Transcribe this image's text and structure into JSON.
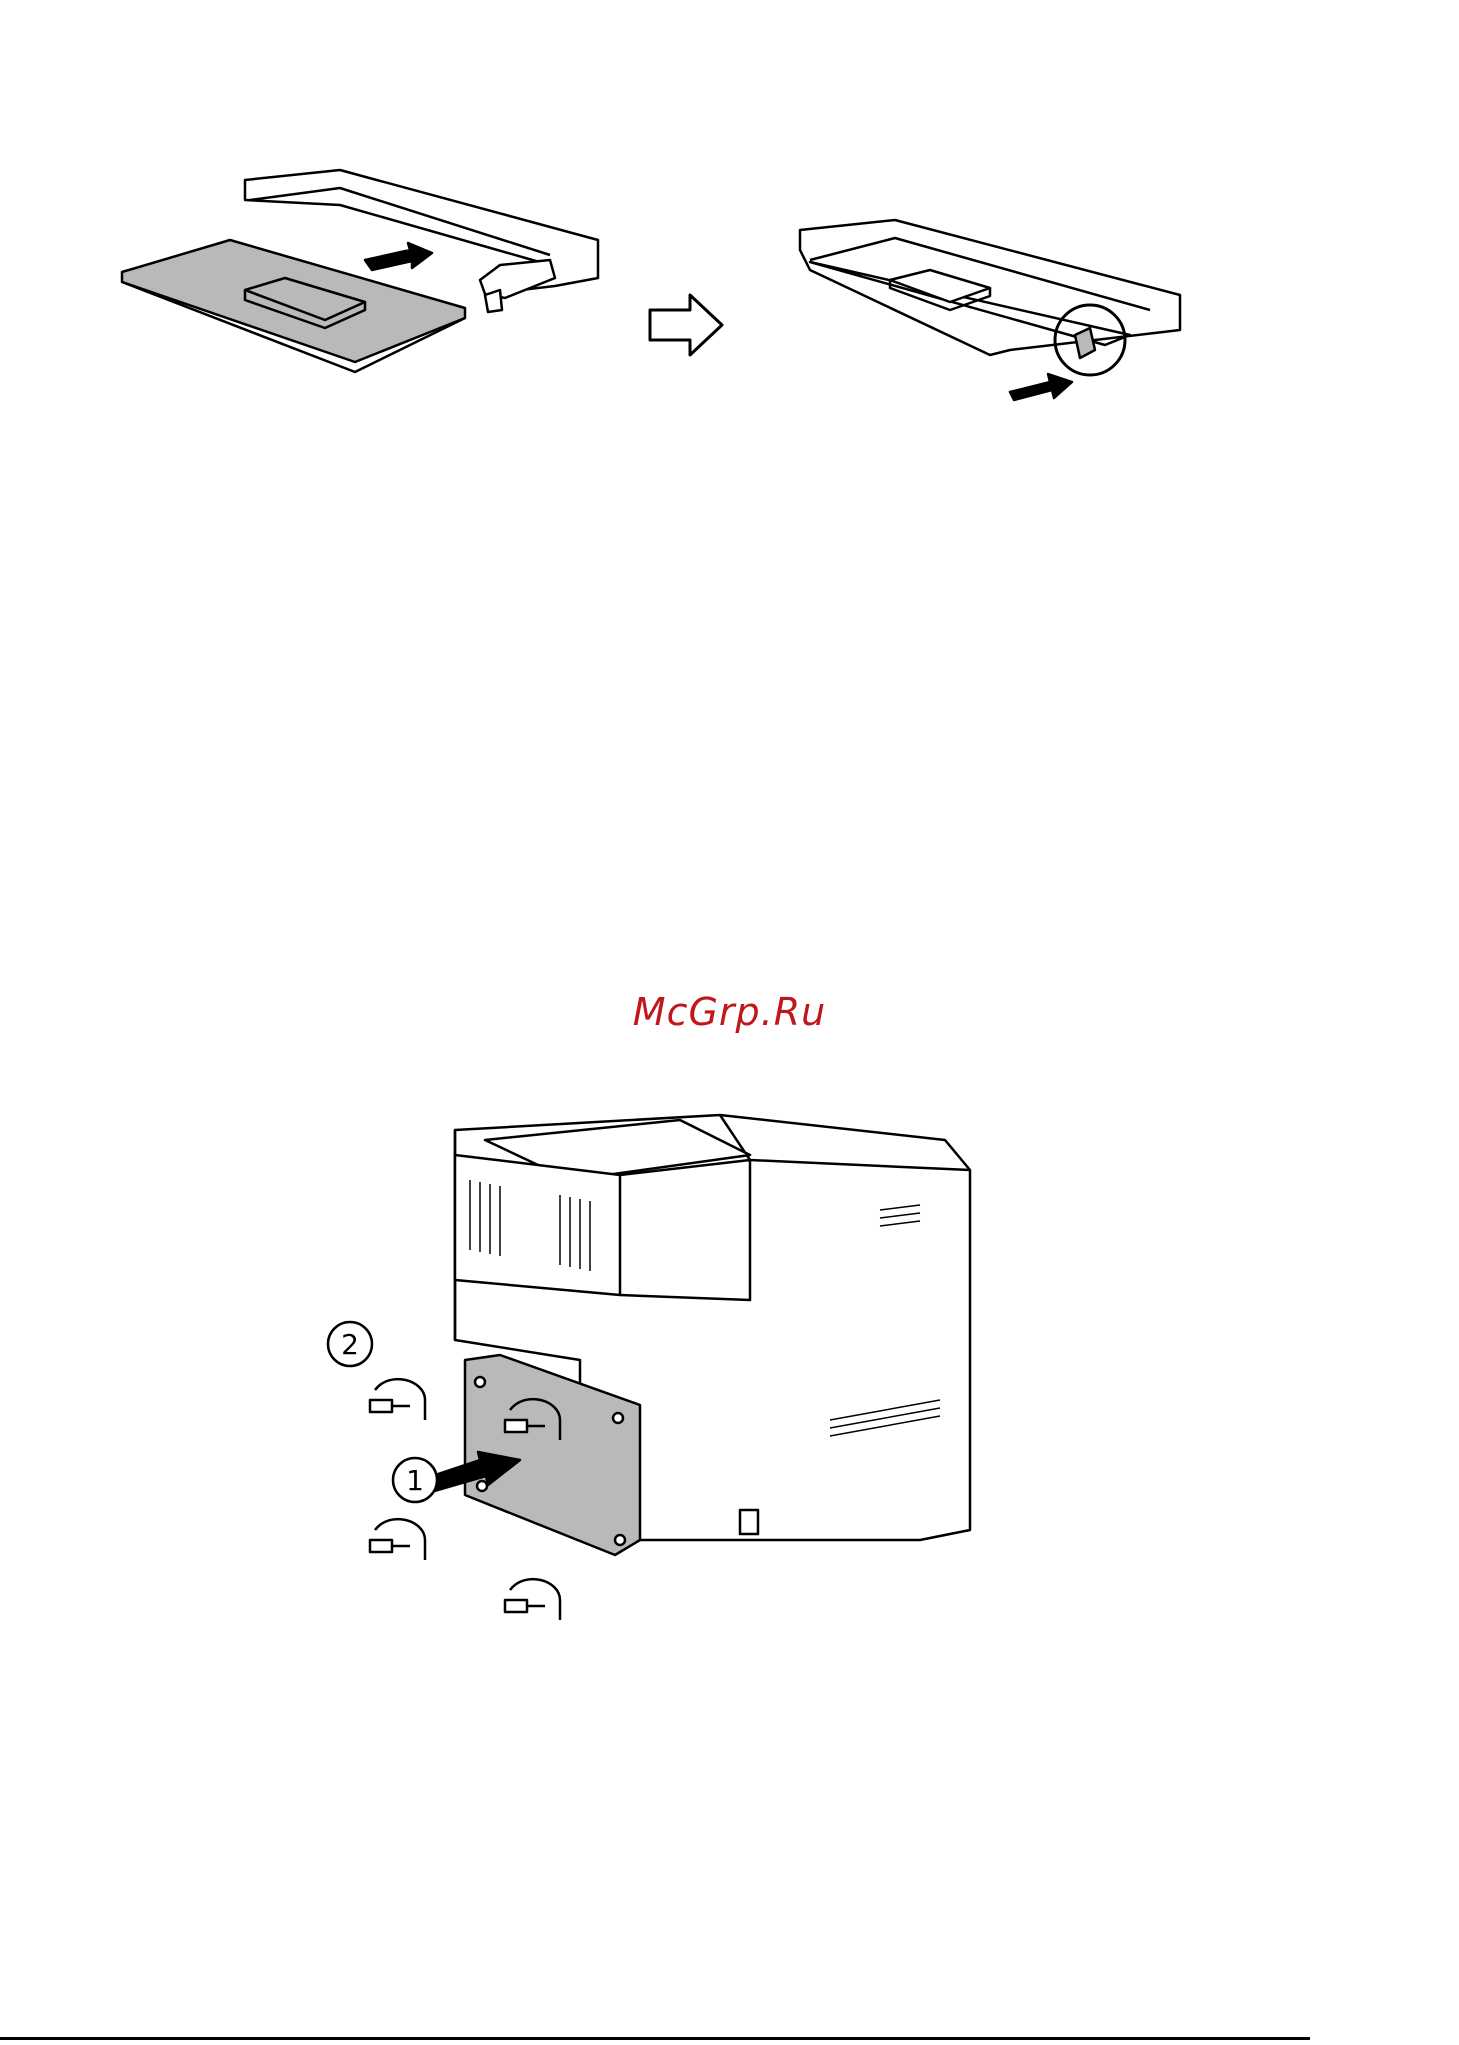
{
  "watermark": {
    "text": "McGrp.Ru",
    "color": "#c0171c"
  },
  "illustration_memory": {
    "step_arrow": "outline-arrow-right",
    "insert_arrow": "filled-arrow",
    "release_arrow": "filled-arrow"
  },
  "illustration_cover": {
    "callouts": [
      "1",
      "2"
    ],
    "screw_icons": [
      "screw-icon",
      "screw-icon",
      "screw-icon",
      "screw-icon"
    ],
    "rotation_arrows": [
      "curved-arrow-icon",
      "curved-arrow-icon",
      "curved-arrow-icon",
      "curved-arrow-icon"
    ]
  },
  "colors": {
    "line": "#000000",
    "panel_fill": "#b9b9b9",
    "paper": "#ffffff"
  }
}
